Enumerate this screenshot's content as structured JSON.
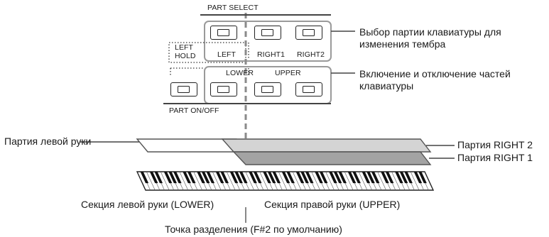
{
  "panel": {
    "part_select": "PART SELECT",
    "part_on_off": "PART ON/OFF",
    "left_hold": "LEFT\nHOLD",
    "left": "LEFT",
    "right1": "RIGHT1",
    "right2": "RIGHT2",
    "lower": "LOWER",
    "upper": "UPPER"
  },
  "callouts": {
    "part_select_desc": "Выбор партии клавиатуры для изменения тембра",
    "part_on_off_desc": "Включение и отключение частей клавиатуры"
  },
  "zones": {
    "left_part": "Партия левой руки",
    "right2_part": "Партия RIGHT 2",
    "right1_part": "Партия RIGHT 1"
  },
  "sections": {
    "lower_section": "Секция левой руки (LOWER)",
    "upper_section": "Секция правой руки (UPPER)",
    "split_point": "Точка разделения (F#2 по умолчанию)"
  },
  "colors": {
    "right2_fill": "#d4d4d4",
    "right1_fill": "#a3a3a3",
    "group_outline": "#9a9a9a",
    "line": "#444444"
  }
}
